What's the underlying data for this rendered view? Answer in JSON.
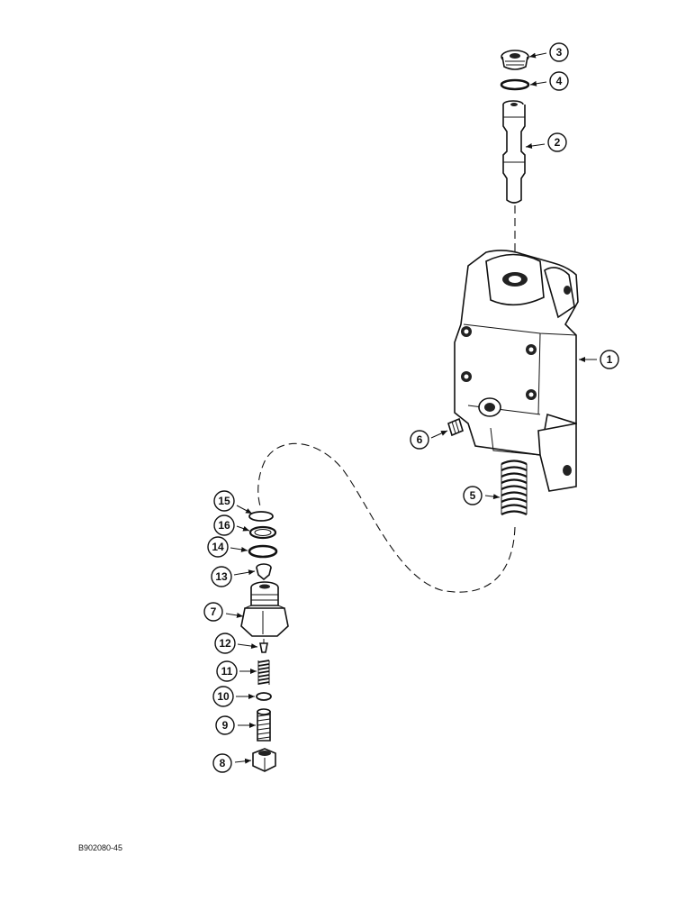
{
  "callouts": {
    "c1": "1",
    "c2": "2",
    "c3": "3",
    "c4": "4",
    "c5": "5",
    "c6": "6",
    "c7": "7",
    "c8": "8",
    "c9": "9",
    "c10": "10",
    "c11": "11",
    "c12": "12",
    "c13": "13",
    "c14": "14",
    "c15": "15",
    "c16": "16"
  },
  "reference": "B902080-45"
}
